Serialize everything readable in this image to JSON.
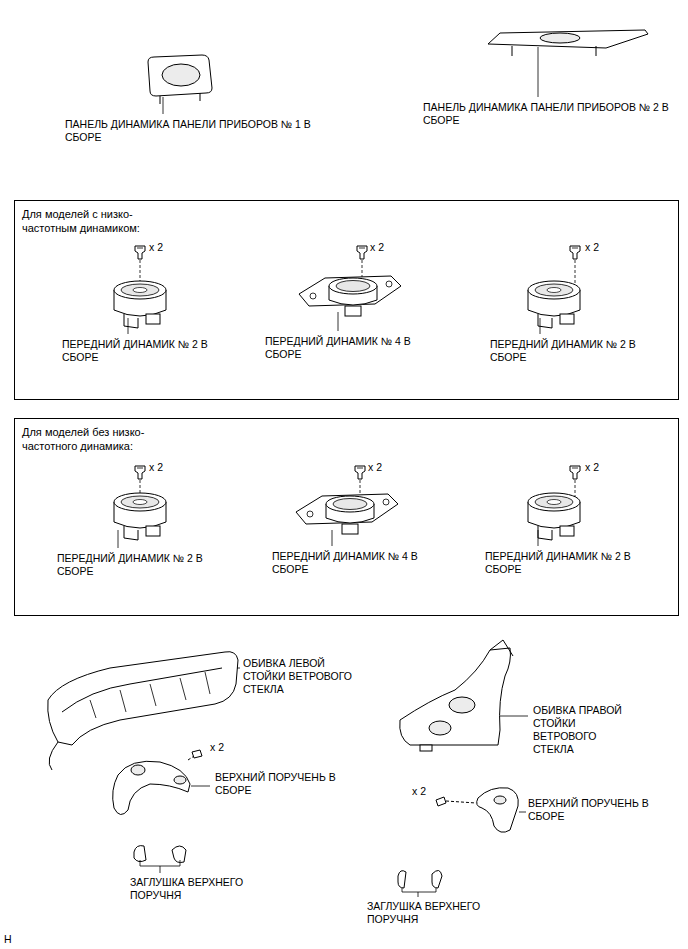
{
  "diagram": {
    "nodes": [
      {
        "text": [
          "Для моделей с низко- частотным динамиком:"
        ]
      },
      {
        "text": [
          "Для моделей без низко- частотного динамика:"
        ]
      }
    ],
    "labels": [
      "ПАНЕЛЬ ДИНАМИКА ПАНЕЛИ ПРИБОРОВ № 1 В СБОРЕ",
      "ПАНЕЛЬ ДИНАМИКА ПАНЕЛИ ПРИБОРОВ № 2 В СБОРЕ",
      "x 2",
      "x 2",
      "x 2",
      "ПЕРЕДНИЙ ДИНАМИК № 2 В СБОРЕ",
      "ПЕРЕДНИЙ ДИНАМИК № 4 В СБОРЕ",
      "ПЕРЕДНИЙ ДИНАМИК № 2 В СБОРЕ",
      "x 2",
      "x 2",
      "x 2",
      "ПЕРЕДНИЙ ДИНАМИК № 2 В СБОРЕ",
      "ПЕРЕДНИЙ ДИНАМИК № 4 В СБОРЕ",
      "ПЕРЕДНИЙ ДИНАМИК № 2 В СБОРЕ",
      "ОБИВКА ЛЕВОЙ СТОЙКИ ВЕТРОВОГО СТЕКЛА",
      "ОБИВКА ПРАВОЙ СТОЙКИ ВЕТРОВОГО СТЕКЛА",
      "x 2",
      "ВЕРХНИЙ ПОРУЧЕНЬ В СБОРЕ",
      "x 2",
      "ВЕРХНИЙ ПОРУЧЕНЬ В СБОРЕ",
      "ЗАГЛУШКА ВЕРХНЕГО ПОРУЧНЯ",
      "ЗАГЛУШКА ВЕРХНЕГО ПОРУЧНЯ",
      "H"
    ]
  }
}
